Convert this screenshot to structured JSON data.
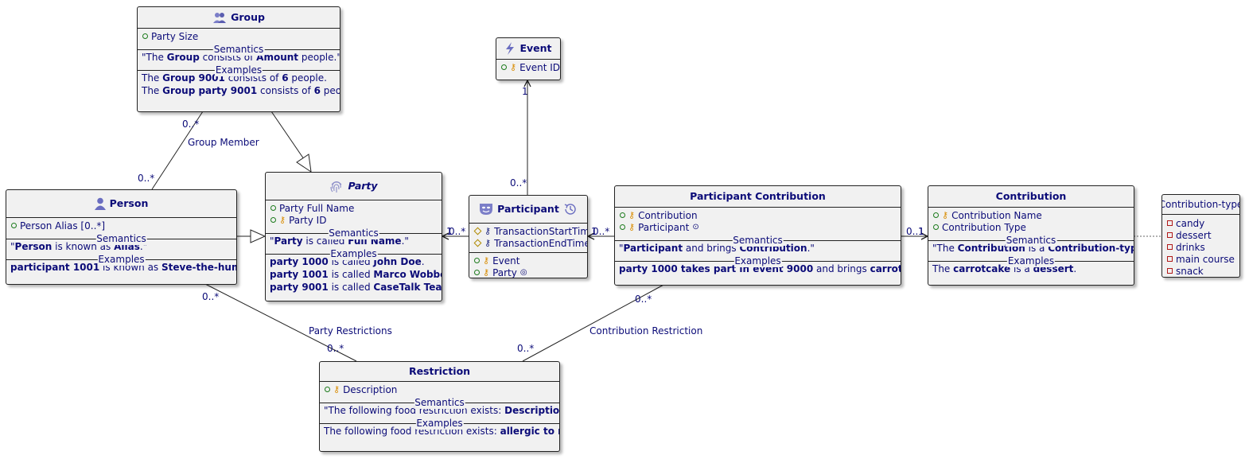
{
  "labels": {
    "semantics": "Semantics",
    "examples": "Examples"
  },
  "group": {
    "title": "Group",
    "icon": "group-icon",
    "attrs": [
      "Party Size"
    ],
    "semantics": [
      "\"The ",
      "Group",
      " consists of ",
      "Amount",
      " people.\""
    ],
    "examples": [
      [
        "The ",
        "Group 9001",
        " consists of ",
        "6",
        " people."
      ],
      [
        "The ",
        "Group party 9001",
        " consists of ",
        "6",
        " people."
      ]
    ]
  },
  "event": {
    "title": "Event",
    "icon": "lightning-icon",
    "attrs": [
      "Event ID"
    ]
  },
  "person": {
    "title": "Person",
    "icon": "person-icon",
    "attrs": [
      "Person Alias [0..*]"
    ],
    "semantics": [
      "\"",
      "Person",
      " is known as ",
      "Alias",
      ".\""
    ],
    "examples": [
      [
        "participant 1001",
        " is known as ",
        "Steve-the-human",
        "."
      ]
    ]
  },
  "party": {
    "title": "Party",
    "icon": "fingerprint-icon",
    "attrs": [
      "Party Full Name",
      "Party ID"
    ],
    "semantics": [
      "\"",
      "Party",
      " is called ",
      "Full Name",
      ".\""
    ],
    "examples": [
      [
        "party 1000",
        " is called ",
        "John Doe",
        "."
      ],
      [
        "party 1001",
        " is called ",
        "Marco Wobben",
        "."
      ],
      [
        "party 9001",
        " is called ",
        "CaseTalk Team",
        "."
      ]
    ]
  },
  "participant": {
    "title": "Participant",
    "icon": "mask-icon",
    "icon2": "history-icon",
    "attrs": [
      "TransactionStartTime",
      "TransactionEndTime",
      "Event",
      "Party"
    ]
  },
  "participant_contribution": {
    "title": "Participant Contribution",
    "attrs": [
      "Contribution",
      "Participant"
    ],
    "semantics": [
      "\"",
      "Participant",
      " and brings ",
      "Contribution",
      ".\""
    ],
    "examples": [
      [
        "party 1000 takes part in event 9000",
        " and brings ",
        "carrotcake",
        "."
      ]
    ]
  },
  "contribution": {
    "title": "Contribution",
    "attrs": [
      "Contribution Name",
      "Contribution Type"
    ],
    "semantics": [
      "\"The ",
      "Contribution",
      " is a ",
      "Contribution-type",
      ".\""
    ],
    "examples": [
      [
        "The ",
        "carrotcake",
        " is a ",
        "dessert",
        "."
      ]
    ]
  },
  "contribution_type": {
    "title": "Contribution-type",
    "values": [
      "candy",
      "dessert",
      "drinks",
      "main course",
      "snack"
    ]
  },
  "restriction": {
    "title": "Restriction",
    "attrs": [
      "Description"
    ],
    "semantics": [
      "\"The following food restriction exists: ",
      "Description",
      ".\""
    ],
    "examples": [
      [
        "The following food restriction exists: ",
        "allergic to nuts",
        "."
      ]
    ]
  },
  "links": {
    "group_member": "Group Member",
    "party_restrictions": "Party Restrictions",
    "contribution_restriction": "Contribution Restriction",
    "m_group_member_top": "0..*",
    "m_group_member_bottom": "0..*",
    "m_event_top": "1",
    "m_participant_event": "0..*",
    "m_party_right_1": "1",
    "m_party_right_2": "0..*",
    "m_participant_right_1": "1",
    "m_participant_right_2": "0..*",
    "m_contribution_left_1": "0..1",
    "m_contribution_left_2": "1",
    "m_person_restriction": "0..*",
    "m_restriction_left": "0..*",
    "m_restriction_right": "0..*",
    "m_pc_restriction": "0..*"
  },
  "colors": {
    "text": "#0b0b78",
    "box_fill": "#f1f1f1",
    "border": "#222222",
    "key": "#d98c00",
    "public_marker": "#1b7a1b"
  }
}
